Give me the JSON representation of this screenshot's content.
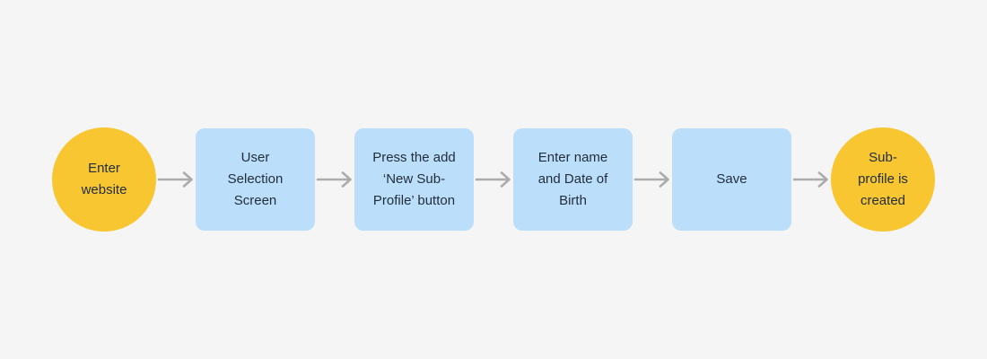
{
  "colors": {
    "background": "#f5f5f5",
    "terminal_fill": "#f7c631",
    "process_fill": "#bbdffa",
    "arrow": "#acacac",
    "text": "#222e3c"
  },
  "flow": {
    "type": "flowchart",
    "direction": "left-to-right",
    "connector": "right-arrow",
    "nodes": [
      {
        "id": "start",
        "shape": "circle",
        "label": "Enter\nwebsite"
      },
      {
        "id": "user-selection-screen",
        "shape": "rounded-rect",
        "label": "User\nSelection\nScreen"
      },
      {
        "id": "press-add-new-sub-profile",
        "shape": "rounded-rect",
        "label": "Press the add\n‘New Sub-\nProfile’ button"
      },
      {
        "id": "enter-name-and-dob",
        "shape": "rounded-rect",
        "label": "Enter name\nand Date of\nBirth"
      },
      {
        "id": "save",
        "shape": "rounded-rect",
        "label": "Save"
      },
      {
        "id": "end",
        "shape": "circle",
        "label": "Sub-\nprofile is\ncreated"
      }
    ]
  }
}
